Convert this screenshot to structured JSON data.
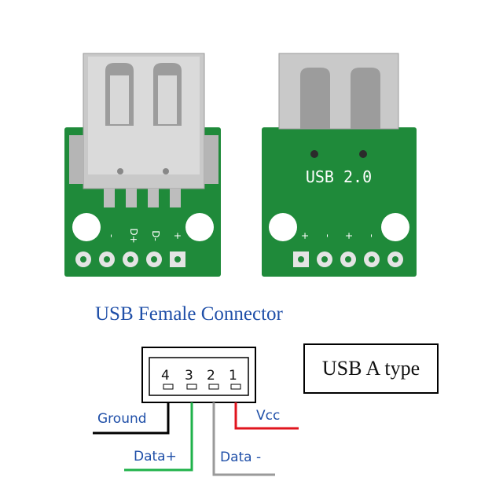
{
  "photo": {
    "board_right_text": "USB 2.0",
    "left_pin_marks": [
      "-",
      "D+",
      "D-",
      "+"
    ],
    "right_pin_marks": [
      "+",
      "-",
      "+",
      "-"
    ]
  },
  "diagram": {
    "title": "USB Female Connector",
    "type_label": "USB A type",
    "pins": [
      "4",
      "3",
      "2",
      "1"
    ],
    "wires": [
      {
        "label": "Ground",
        "color": "#000000",
        "label_color": "#1f4fa8"
      },
      {
        "label": "Data+",
        "color": "#1fb24a",
        "label_color": "#1f4fa8"
      },
      {
        "label": "Data -",
        "color": "#9a9a9a",
        "label_color": "#1f4fa8"
      },
      {
        "label": "Vcc",
        "color": "#e0141e",
        "label_color": "#1f4fa8"
      }
    ]
  },
  "colors": {
    "pcb_green": "#1f8a3a",
    "metal": "#cfcfcf",
    "title_blue": "#1f4fa8"
  }
}
